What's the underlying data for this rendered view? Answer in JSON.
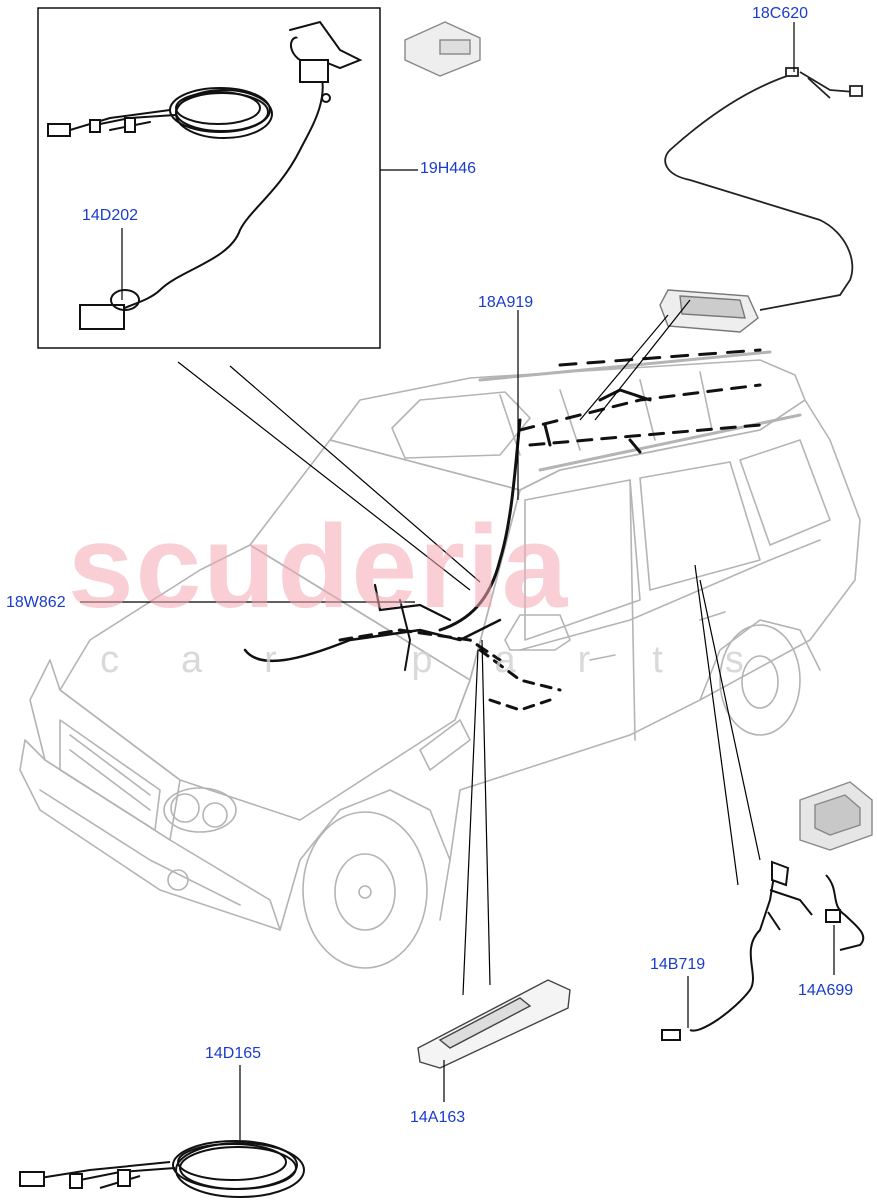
{
  "watermark": {
    "main_text": "scuderia",
    "sub_text": "car parts",
    "color": "#f5a8b4"
  },
  "callouts": [
    {
      "id": "18C620",
      "label": "18C620"
    },
    {
      "id": "19H446",
      "label": "19H446"
    },
    {
      "id": "14D202",
      "label": "14D202"
    },
    {
      "id": "18A919",
      "label": "18A919"
    },
    {
      "id": "18W862",
      "label": "18W862"
    },
    {
      "id": "14B719",
      "label": "14B719"
    },
    {
      "id": "14A699",
      "label": "14A699"
    },
    {
      "id": "14D165",
      "label": "14D165"
    },
    {
      "id": "14A163",
      "label": "14A163"
    }
  ],
  "colors": {
    "label": "#1a3ccc",
    "line": "#000000",
    "car_outline": "#b0b0b0",
    "harness": "#111111"
  }
}
